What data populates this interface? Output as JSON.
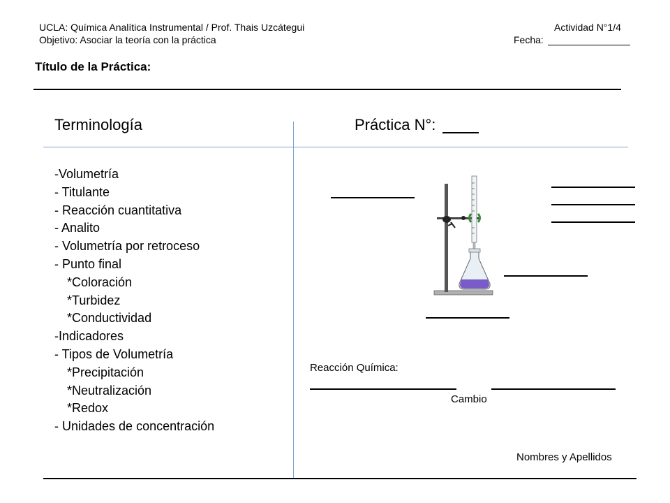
{
  "header": {
    "course": "UCLA: Química Analítica Instrumental / Prof. Thais Uzcátegui",
    "objective": "Objetivo: Asociar la teoría con la práctica",
    "activity": "Actividad N°1/4",
    "date_label": "Fecha:"
  },
  "practice_title_label": "Título de la Práctica:",
  "terminology_heading": "Terminología",
  "practice_number_label": "Práctica N°:",
  "terms": [
    "-Volumetría",
    "- Titulante",
    "- Reacción cuantitativa",
    "- Analito",
    "- Volumetría por retroceso",
    "- Punto final",
    "*Coloración",
    "*Turbidez",
    "*Conductividad",
    "-Indicadores",
    "- Tipos de Volumetría",
    "*Precipitación",
    "*Neutralización",
    "*Redox",
    "- Unidades de concentración"
  ],
  "reaction_label": "Reacción Química:",
  "change_label": "Cambio",
  "names_label": "Nombres y Apellidos",
  "colors": {
    "divider": "#7f9fcf",
    "liquid": "#7a5cc8"
  },
  "icons": [
    "titration-apparatus-illustration"
  ]
}
